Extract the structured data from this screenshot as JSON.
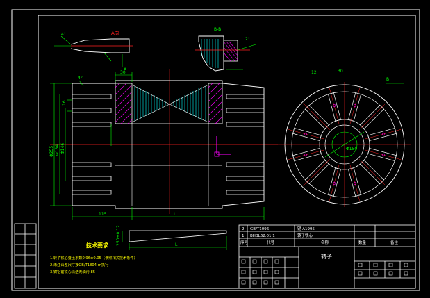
{
  "colors": {
    "background": "#000000",
    "border": "#ffffff",
    "outline": "#ffffff",
    "dimension": "#00ff00",
    "centerline": "#ff2020",
    "hatch": "#00ffff",
    "accent": "#ff00ff",
    "notes": "#ffff00",
    "titleblock_text": "#ffffff"
  },
  "views": {
    "section_a_label": "A向",
    "section_b_label": "B-B",
    "callout_a": "A",
    "callout_b": "B",
    "angle_4_deg": "4°",
    "angle_2_deg": "2°"
  },
  "dimensions": {
    "d_255": "Φ255",
    "d_184": "Φ184",
    "d_146": "Φ146",
    "len_115": "115",
    "len_l": "L",
    "w_30": "30",
    "w_16": "16",
    "key_12": "12",
    "circle_d_150": "Φ150",
    "slot_30": "30",
    "slot_12": "12",
    "dim_250_012": "250±0.12"
  },
  "tech_requirements": {
    "title": "技术要求",
    "items": [
      "1.转子铁心叠压系数0.96±0.05（参照相关技术条件）",
      "2.未注公差尺寸按GB/T1804-m执行",
      "3.铸铝前铁心清洁无油污 85"
    ]
  },
  "title_block": {
    "rows": [
      {
        "no": "2",
        "code": "GB/T1096",
        "name": "键 A1995"
      },
      {
        "no": "1",
        "code": "BHBL62.01.1",
        "name": "转子铁心"
      }
    ],
    "headers": [
      "序号",
      "代号",
      "名称",
      "数量",
      "备注"
    ],
    "part_name": "转子"
  }
}
